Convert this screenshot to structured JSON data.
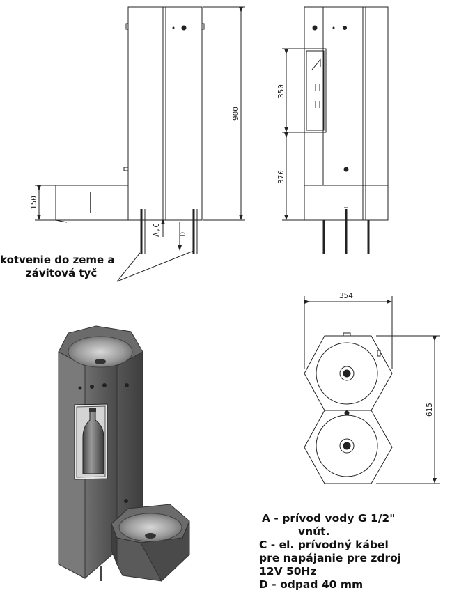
{
  "dimensions": {
    "height_total": "900",
    "cutout_height": "350",
    "lower_height": "370",
    "basin_height": "150",
    "width": "354",
    "depth": "615",
    "mark_ac": "A,C",
    "mark_d": "D"
  },
  "anchor_label": {
    "line1": "kotvenie do zeme a",
    "line2": "závitová tyč"
  },
  "legend": {
    "a_line1": "A - prívod vody G 1/2\"",
    "a_line2": "vnút.",
    "c_line1": "C - el. prívodný kábel",
    "c_line2": "pre napájanie pre zdroj",
    "c_line3": "12V 50Hz",
    "d_line1": "D - odpad 40 mm"
  }
}
